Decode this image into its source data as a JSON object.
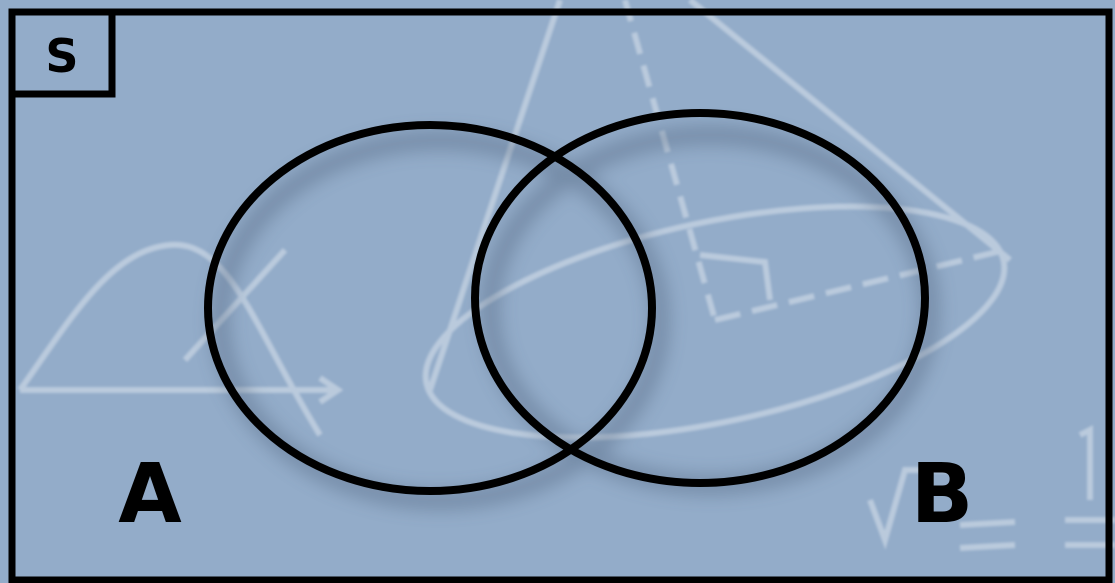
{
  "diagram": {
    "type": "venn",
    "universe_label": "S",
    "sets": [
      {
        "label": "A"
      },
      {
        "label": "B"
      }
    ]
  },
  "colors": {
    "background": "#93acc9",
    "outline": "#000000",
    "background_sketch": "#c7d4e3"
  },
  "background_decoration": {
    "description_icons": [
      "cone-sketch",
      "bell-curve-sketch",
      "square-root-sketch",
      "fraction-sketch"
    ]
  }
}
